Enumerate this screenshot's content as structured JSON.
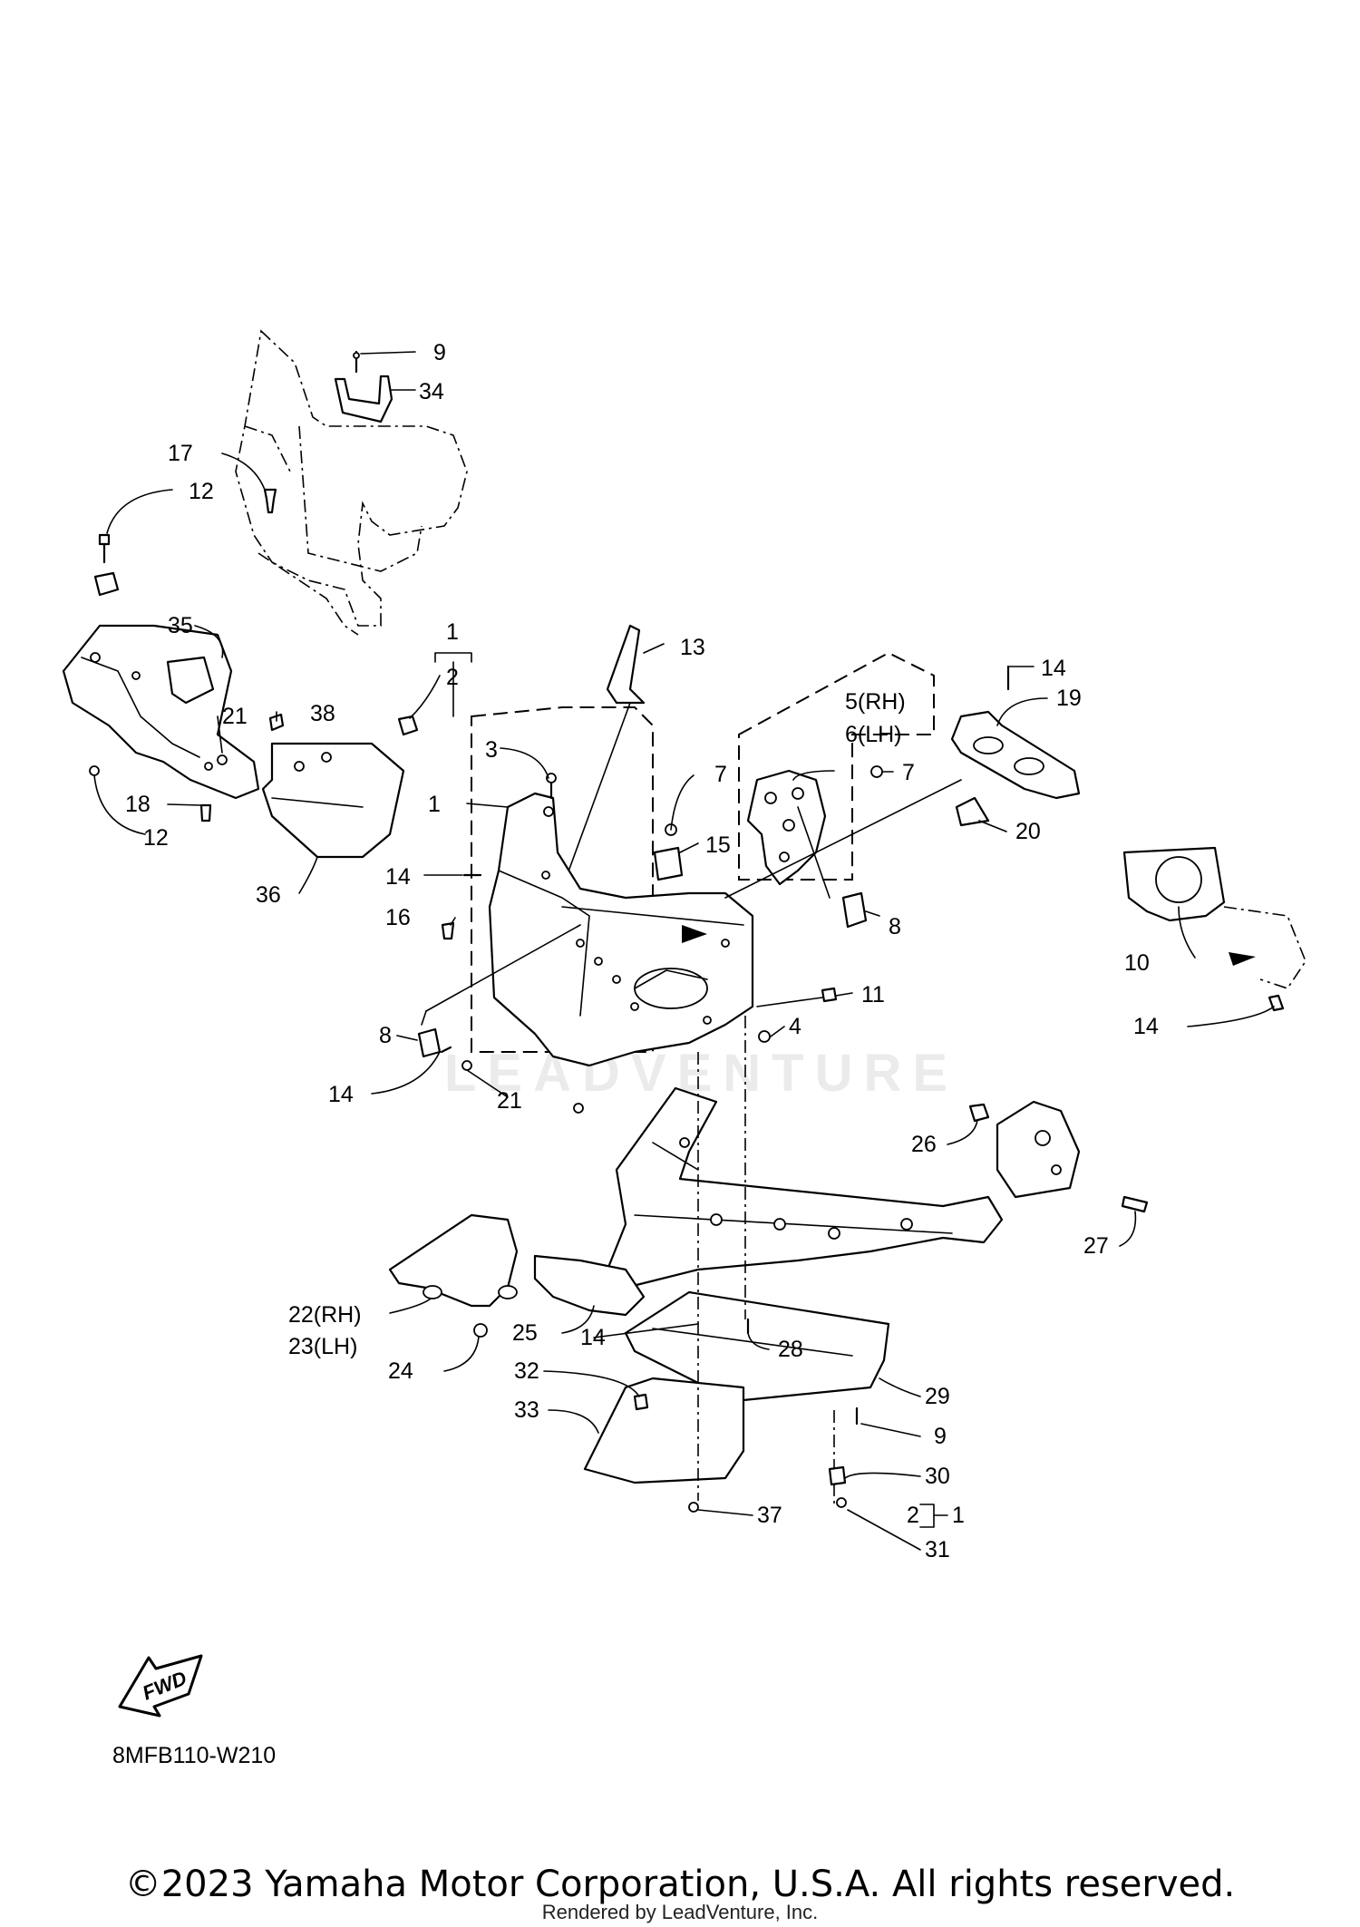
{
  "diagram": {
    "code": "8MFB110-W210",
    "fwd_label": "FWD",
    "watermark": "LEADVENTURE",
    "callouts": [
      {
        "id": "c9a",
        "text": "9"
      },
      {
        "id": "c34",
        "text": "34"
      },
      {
        "id": "c17",
        "text": "17"
      },
      {
        "id": "c12a",
        "text": "12"
      },
      {
        "id": "c35",
        "text": "35"
      },
      {
        "id": "c21a",
        "text": "21"
      },
      {
        "id": "c38",
        "text": "38"
      },
      {
        "id": "c18",
        "text": "18"
      },
      {
        "id": "c12b",
        "text": "12"
      },
      {
        "id": "c36",
        "text": "36"
      },
      {
        "id": "c1a",
        "text": "1"
      },
      {
        "id": "c2a",
        "text": "2"
      },
      {
        "id": "c13",
        "text": "13"
      },
      {
        "id": "c3",
        "text": "3"
      },
      {
        "id": "c1b",
        "text": "1"
      },
      {
        "id": "c14a",
        "text": "14"
      },
      {
        "id": "c16",
        "text": "16"
      },
      {
        "id": "c8a",
        "text": "8"
      },
      {
        "id": "c14b",
        "text": "14"
      },
      {
        "id": "c21b",
        "text": "21"
      },
      {
        "id": "c7a",
        "text": "7"
      },
      {
        "id": "c15",
        "text": "15"
      },
      {
        "id": "c5",
        "text": "5(RH)"
      },
      {
        "id": "c6",
        "text": "6(LH)"
      },
      {
        "id": "c7b",
        "text": "7"
      },
      {
        "id": "c8b",
        "text": "8"
      },
      {
        "id": "c11",
        "text": "11"
      },
      {
        "id": "c4",
        "text": "4"
      },
      {
        "id": "c14c",
        "text": "14"
      },
      {
        "id": "c19",
        "text": "19"
      },
      {
        "id": "c20",
        "text": "20"
      },
      {
        "id": "c10",
        "text": "10"
      },
      {
        "id": "c14d",
        "text": "14"
      },
      {
        "id": "c26",
        "text": "26"
      },
      {
        "id": "c27",
        "text": "27"
      },
      {
        "id": "c22",
        "text": "22(RH)"
      },
      {
        "id": "c23",
        "text": "23(LH)"
      },
      {
        "id": "c24",
        "text": "24"
      },
      {
        "id": "c25",
        "text": "25"
      },
      {
        "id": "c14e",
        "text": "14"
      },
      {
        "id": "c28",
        "text": "28"
      },
      {
        "id": "c32",
        "text": "32"
      },
      {
        "id": "c33",
        "text": "33"
      },
      {
        "id": "c29",
        "text": "29"
      },
      {
        "id": "c9b",
        "text": "9"
      },
      {
        "id": "c30",
        "text": "30"
      },
      {
        "id": "c37",
        "text": "37"
      },
      {
        "id": "c2b",
        "text": "2"
      },
      {
        "id": "c1c",
        "text": "1"
      },
      {
        "id": "c31",
        "text": "31"
      }
    ]
  },
  "footer": {
    "copyright": "©2023 Yamaha Motor Corporation, U.S.A. All rights reserved.",
    "render_credit": "Rendered by LeadVenture, Inc."
  }
}
